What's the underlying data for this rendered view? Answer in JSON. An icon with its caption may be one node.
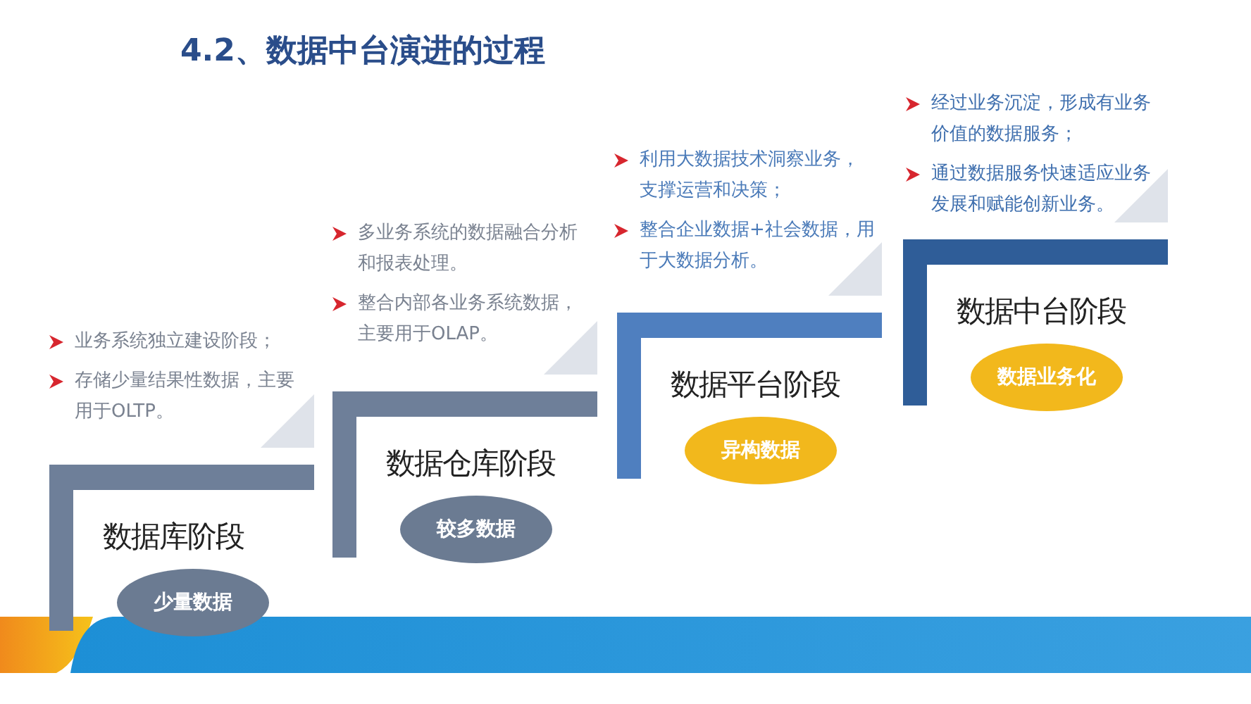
{
  "diagram": {
    "title": "4.2、数据中台演进的过程",
    "nodes": [
      {
        "text": [
          "数据库阶段"
        ],
        "beside": [
          "业务系统独立建设阶段；",
          "存储少量结果性数据，主要用于OLTP。"
        ]
      },
      {
        "text": [
          "少量数据"
        ],
        "in": 0
      },
      {
        "text": [
          "数据仓库阶段"
        ],
        "beside": [
          "多业务系统的数据融合分析和报表处理。",
          "整合内部各业务系统数据，主要用于OLAP。"
        ]
      },
      {
        "text": [
          "较多数据"
        ],
        "in": 2
      },
      {
        "text": [
          "数据平台阶段"
        ],
        "beside": [
          "利用大数据技术洞察业务，支撑运营和决策；",
          "整合企业数据+社会数据，用于大数据分析。"
        ]
      },
      {
        "text": [
          "异构数据"
        ],
        "in": 4
      },
      {
        "text": [
          "数据中台阶段"
        ],
        "beside": [
          "经过业务沉淀，形成有业务价值的数据服务；",
          "通过数据服务快速适应业务发展和赋能创新业务。"
        ]
      },
      {
        "text": [
          "数据业务化"
        ],
        "in": 6
      }
    ]
  }
}
